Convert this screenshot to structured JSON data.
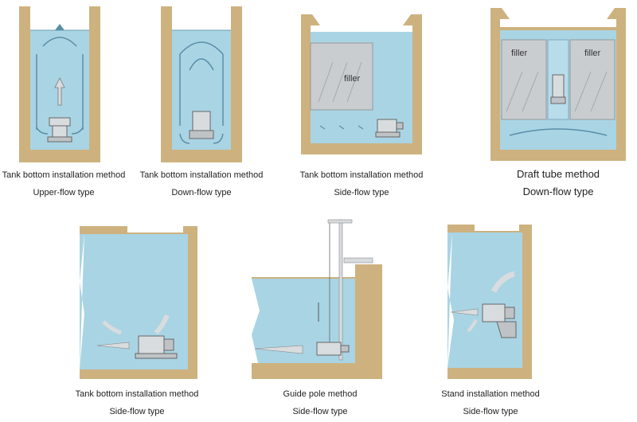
{
  "colors": {
    "water": "#a9d4e4",
    "water_dark": "#8cc2d8",
    "concrete": "#cdb27f",
    "concrete_dark": "#a88c58",
    "filler": "#c9cdd0",
    "arrow": "#5a8ea8",
    "equipment": "#d9dcdf"
  },
  "figures": [
    {
      "line1": "Tank bottom installation method",
      "line2": "Upper-flow type"
    },
    {
      "line1": "Tank bottom installation method",
      "line2": "Down-flow type"
    },
    {
      "line1": "Tank bottom installation method",
      "line2": "Side-flow type",
      "filler_label": "filler"
    },
    {
      "line1": "Draft tube method",
      "line2": "Down-flow type",
      "filler_label_left": "filler",
      "filler_label_right": "filler"
    },
    {
      "line1": "Tank bottom installation method",
      "line2": "Side-flow type"
    },
    {
      "line1": "Guide pole method",
      "line2": "Side-flow type"
    },
    {
      "line1": "Stand installation method",
      "line2": "Side-flow type"
    }
  ]
}
